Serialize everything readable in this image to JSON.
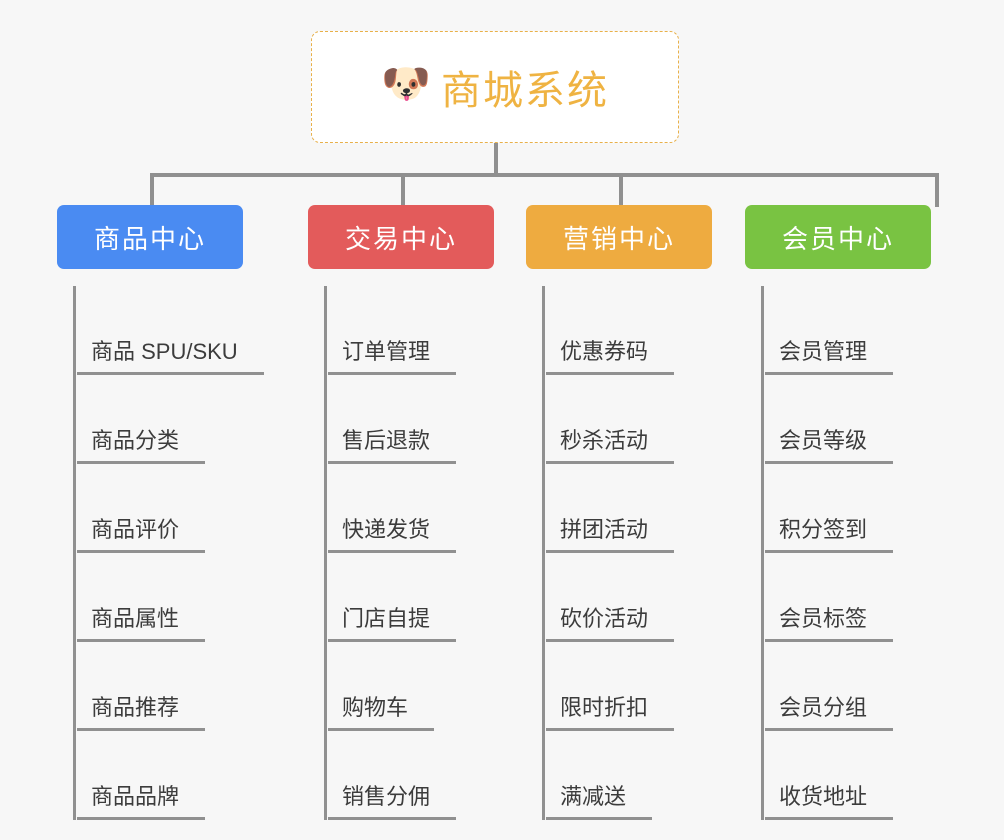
{
  "background_color": "#f7f7f7",
  "root": {
    "icon": "shiba-dog-face-emoji",
    "emoji": "🐶",
    "title": "商城系统",
    "text_color": "#efb342",
    "border_color": "#e8b04a",
    "fill_color": "#ffffff"
  },
  "connector_color": "#909090",
  "columns": [
    {
      "id": "product-center",
      "label": "商品中心",
      "color": "#4a8bf2",
      "items": [
        {
          "label": "商品 SPU/SKU"
        },
        {
          "label": "商品分类"
        },
        {
          "label": "商品评价"
        },
        {
          "label": "商品属性"
        },
        {
          "label": "商品推荐"
        },
        {
          "label": "商品品牌"
        }
      ]
    },
    {
      "id": "trade-center",
      "label": "交易中心",
      "color": "#e35b5b",
      "items": [
        {
          "label": "订单管理"
        },
        {
          "label": "售后退款"
        },
        {
          "label": "快递发货"
        },
        {
          "label": "门店自提"
        },
        {
          "label": "购物车"
        },
        {
          "label": "销售分佣"
        }
      ]
    },
    {
      "id": "marketing-center",
      "label": "营销中心",
      "color": "#eeab40",
      "items": [
        {
          "label": "优惠券码"
        },
        {
          "label": "秒杀活动"
        },
        {
          "label": "拼团活动"
        },
        {
          "label": "砍价活动"
        },
        {
          "label": "限时折扣"
        },
        {
          "label": "满减送"
        }
      ]
    },
    {
      "id": "member-center",
      "label": "会员中心",
      "color": "#79c342",
      "items": [
        {
          "label": "会员管理"
        },
        {
          "label": "会员等级"
        },
        {
          "label": "积分签到"
        },
        {
          "label": "会员标签"
        },
        {
          "label": "会员分组"
        },
        {
          "label": "收货地址"
        }
      ]
    }
  ]
}
